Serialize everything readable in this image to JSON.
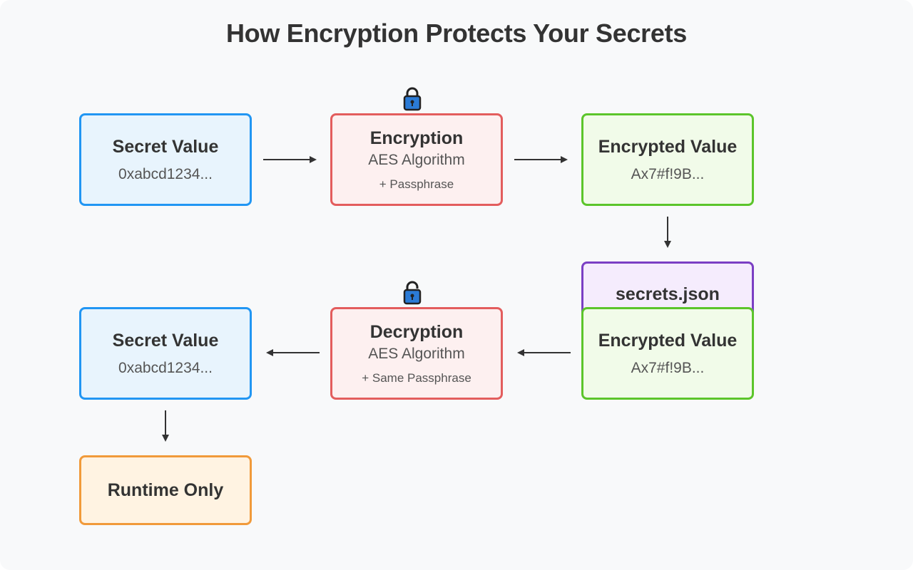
{
  "title": "How Encryption Protects Your Secrets",
  "nodes": {
    "secret_in": {
      "label": "Secret Value",
      "detail": "0xabcd1234..."
    },
    "encryption": {
      "label": "Encryption",
      "algorithm": "AES Algorithm",
      "key": "+ Passphrase"
    },
    "encrypted_1": {
      "label": "Encrypted Value",
      "detail": "Ax7#f!9B..."
    },
    "file": {
      "label": "secrets.json"
    },
    "encrypted_2": {
      "label": "Encrypted Value",
      "detail": "Ax7#f!9B..."
    },
    "decryption": {
      "label": "Decryption",
      "algorithm": "AES Algorithm",
      "key": "+ Same Passphrase"
    },
    "secret_out": {
      "label": "Secret Value",
      "detail": "0xabcd1234..."
    },
    "runtime": {
      "label": "Runtime Only"
    }
  },
  "icons": {
    "encryption": "lock-closed-icon",
    "decryption": "lock-open-icon"
  },
  "colors": {
    "secret": "#2196f3",
    "process": "#e35d5d",
    "encrypted": "#5cc52b",
    "file": "#7b3fc4",
    "runtime": "#f19a3a",
    "arrow": "#333333"
  }
}
